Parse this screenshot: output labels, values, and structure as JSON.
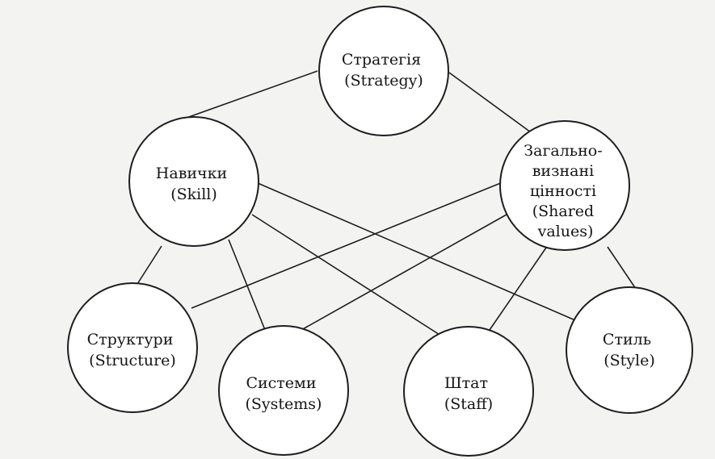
{
  "nodes": {
    "strategy": {
      "lines": [
        "Стратегія",
        "(Strategy)"
      ]
    },
    "skill": {
      "lines": [
        "Навички",
        "(Skill)"
      ]
    },
    "shared": {
      "lines": [
        "Загально-",
        "визнані",
        "цінності",
        "(Shared",
        "values)"
      ]
    },
    "structure": {
      "lines": [
        "Структури",
        "(Structure)"
      ]
    },
    "systems": {
      "lines": [
        "Системи",
        "(Systems)"
      ]
    },
    "staff": {
      "lines": [
        "Штат",
        "(Staff)"
      ]
    },
    "style": {
      "lines": [
        "Стиль",
        "(Style)"
      ]
    }
  },
  "connections": [
    [
      "strategy",
      "skill"
    ],
    [
      "strategy",
      "shared"
    ],
    [
      "skill",
      "structure"
    ],
    [
      "skill",
      "systems"
    ],
    [
      "skill",
      "staff"
    ],
    [
      "skill",
      "style"
    ],
    [
      "shared",
      "structure"
    ],
    [
      "shared",
      "systems"
    ],
    [
      "shared",
      "staff"
    ],
    [
      "shared",
      "style"
    ]
  ]
}
